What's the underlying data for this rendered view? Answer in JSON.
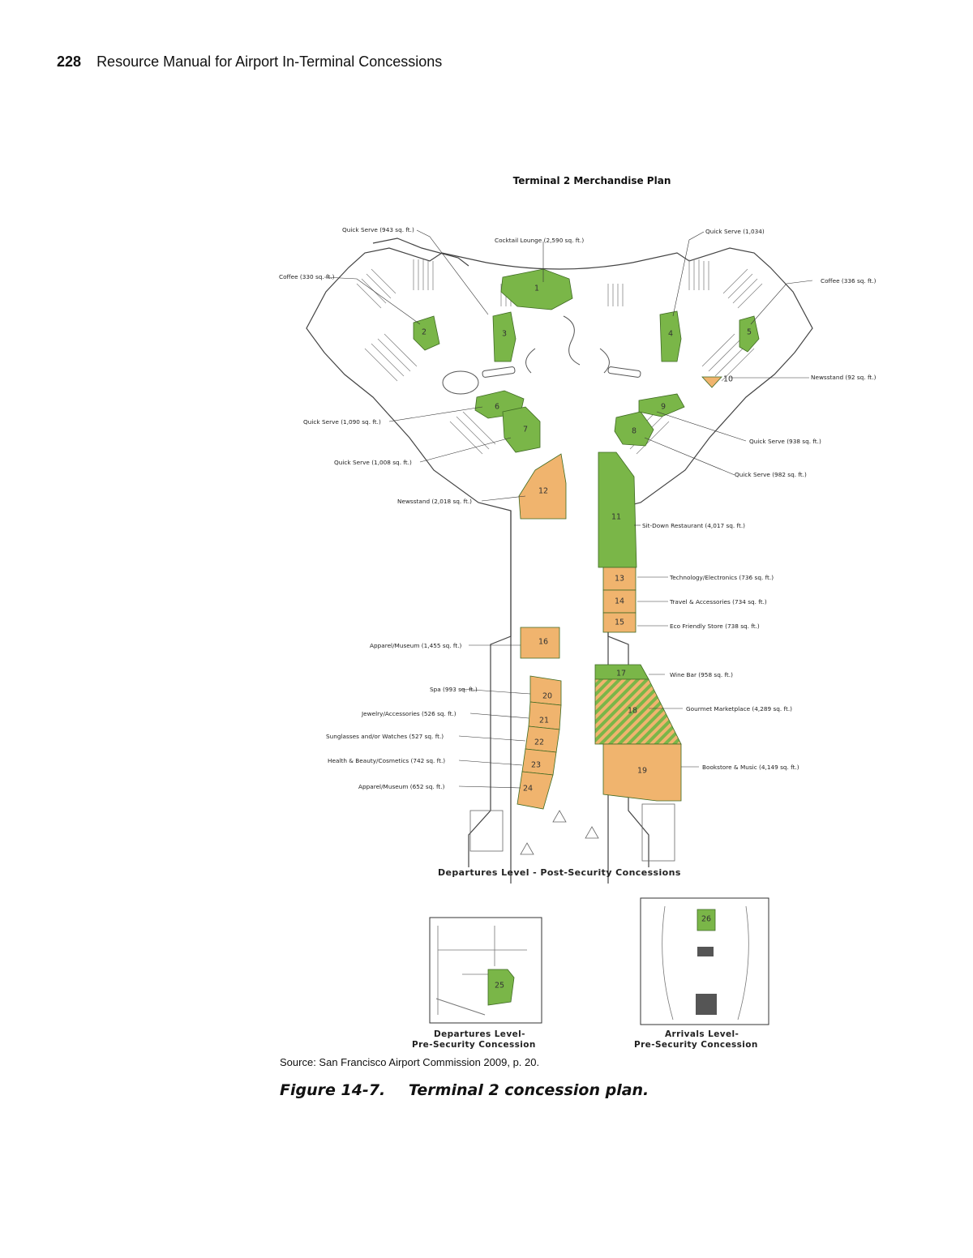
{
  "header": {
    "page_number": "228",
    "title": "Resource Manual for Airport In-Terminal Concessions"
  },
  "plan": {
    "title": "Terminal 2 Merchandise Plan",
    "level_main": "Departures Level - Post-Security Concessions",
    "inset_left_line1": "Departures Level-",
    "inset_left_line2": "Pre-Security Concession",
    "inset_right_line1": "Arrivals Level-",
    "inset_right_line2": "Pre-Security Concession",
    "colors": {
      "food": "#7ab648",
      "retail": "#f0b46e",
      "outline": "#444444"
    },
    "units": [
      {
        "id": "1",
        "label": "Cocktail Lounge (2,590 sq. ft.)",
        "type": "food"
      },
      {
        "id": "2",
        "label": "Coffee (330 sq. ft.)",
        "type": "food"
      },
      {
        "id": "3",
        "label": "Quick Serve (943 sq. ft.)",
        "type": "food"
      },
      {
        "id": "4",
        "label": "Quick Serve (1,034)",
        "type": "food"
      },
      {
        "id": "5",
        "label": "Coffee (336 sq. ft.)",
        "type": "food"
      },
      {
        "id": "6",
        "label": "Quick Serve (1,090 sq. ft.)",
        "type": "food"
      },
      {
        "id": "7",
        "label": "Quick Serve (1,008 sq. ft.)",
        "type": "food"
      },
      {
        "id": "8",
        "label": "Quick Serve (982 sq. ft.)",
        "type": "food"
      },
      {
        "id": "9",
        "label": "Quick Serve (938 sq. ft.)",
        "type": "food"
      },
      {
        "id": "10",
        "label": "Newsstand (92 sq. ft.)",
        "type": "retail"
      },
      {
        "id": "11",
        "label": "Sit-Down Restaurant (4,017 sq. ft.)",
        "type": "food"
      },
      {
        "id": "12",
        "label": "Newsstand (2,018 sq. ft.)",
        "type": "retail"
      },
      {
        "id": "13",
        "label": "Technology/Electronics (736 sq. ft.)",
        "type": "retail"
      },
      {
        "id": "14",
        "label": "Travel & Accessories (734 sq. ft.)",
        "type": "retail"
      },
      {
        "id": "15",
        "label": "Eco Friendly Store (738 sq. ft.)",
        "type": "retail"
      },
      {
        "id": "16",
        "label": "Apparel/Museum (1,455 sq. ft.)",
        "type": "retail"
      },
      {
        "id": "17",
        "label": "Wine Bar (958 sq. ft.)",
        "type": "food"
      },
      {
        "id": "18",
        "label": "Gourmet Marketplace (4,289 sq. ft.)",
        "type": "mixed"
      },
      {
        "id": "19",
        "label": "Bookstore & Music (4,149 sq. ft.)",
        "type": "retail"
      },
      {
        "id": "20",
        "label": "Spa (993 sq. ft.)",
        "type": "retail"
      },
      {
        "id": "21",
        "label": "Jewelry/Accessories (526 sq. ft.)",
        "type": "retail"
      },
      {
        "id": "22",
        "label": "Sunglasses and/or Watches (527 sq. ft.)",
        "type": "retail"
      },
      {
        "id": "23",
        "label": "Health & Beauty/Cosmetics (742 sq. ft.)",
        "type": "retail"
      },
      {
        "id": "24",
        "label": "Apparel/Museum (652 sq. ft.)",
        "type": "retail"
      },
      {
        "id": "25",
        "label": "",
        "type": "food"
      },
      {
        "id": "26",
        "label": "",
        "type": "food"
      }
    ]
  },
  "source": "Source:  San Francisco Airport Commission 2009, p. 20.",
  "caption": {
    "number": "Figure 14-7.",
    "text": "Terminal 2 concession plan."
  }
}
